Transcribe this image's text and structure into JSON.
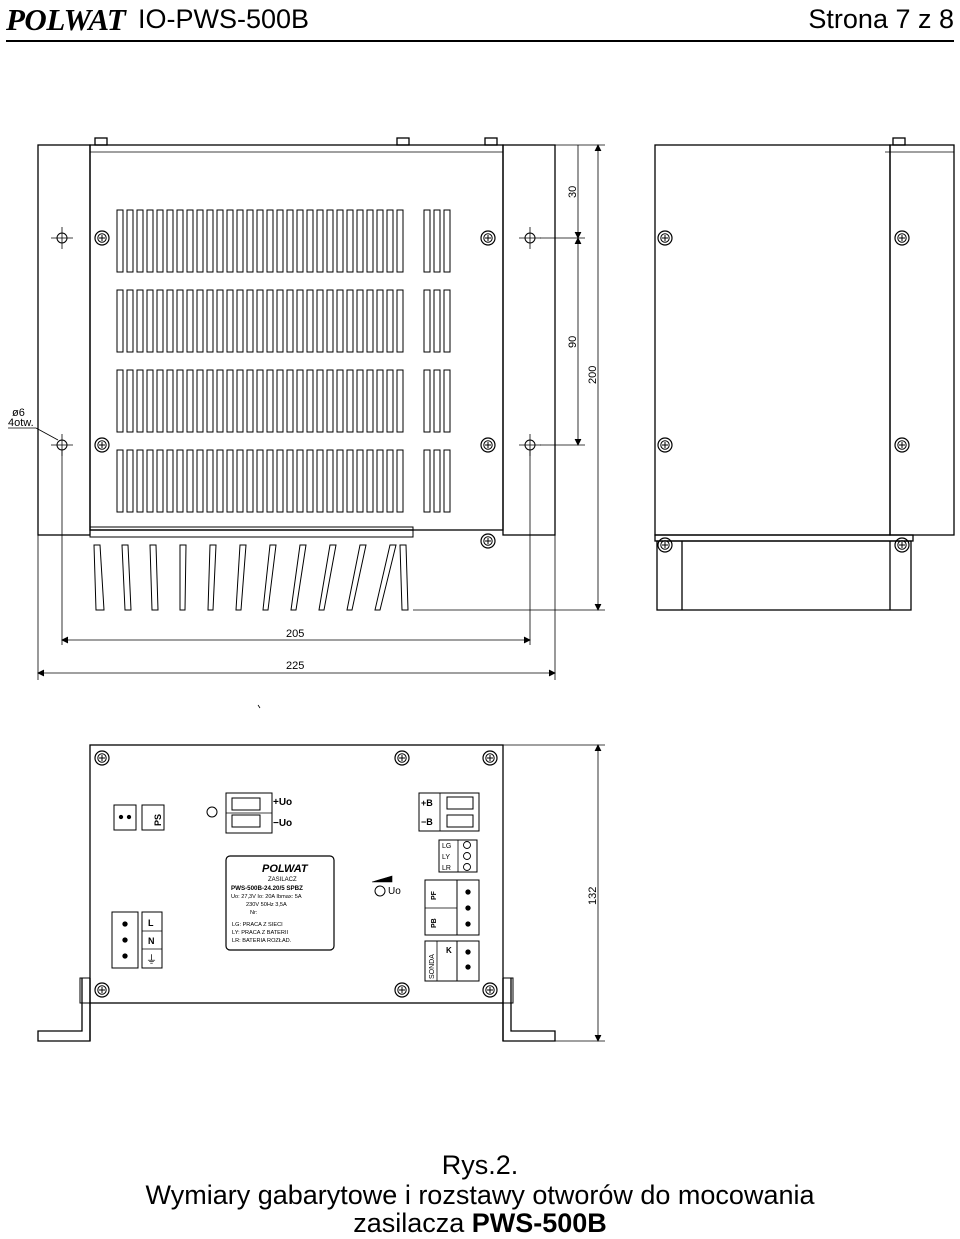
{
  "header": {
    "brand": "POLWAT",
    "model": "IO-PWS-500B",
    "page_info": "Strona 7 z 8"
  },
  "drawing": {
    "dims": {
      "d30": "30",
      "d90": "90",
      "d200": "200",
      "d205": "205",
      "d225": "225",
      "d132": "132",
      "hole_label_1": "ø6",
      "hole_label_2": "4otw."
    },
    "front_panel": {
      "ps_label": "PS",
      "plus_uo": "+Uo",
      "minus_uo": "−Uo",
      "plus_b": "+B",
      "minus_b": "−B",
      "lg": "LG",
      "ly": "LY",
      "lr": "LR",
      "uo_pot": "Uo",
      "pf": "PF",
      "pb": "PB",
      "sonda": "SONDA",
      "k": "K",
      "l": "L",
      "n": "N",
      "ground": "⏚"
    },
    "label_plate": {
      "brand": "POLWAT",
      "title": "ZASILACZ",
      "model": "PWS-500B-24.20/5 SPBZ",
      "line1": "Uo: 27,3V   Io: 20A   Ibmax: 5A",
      "line2": "230V   50Hz   3,5A",
      "line3": "Nr:",
      "line4": "LG: PRACA Z SIECI",
      "line5": "LY: PRACA Z BATERII",
      "line6": "LR: BATERIA ROZŁAD."
    }
  },
  "caption": {
    "line1": "Rys.2.",
    "line2": "Wymiary gabarytowe i rozstawy otworów do mocowania",
    "line3_prefix": "zasilacza ",
    "line3_model": "PWS-500B"
  }
}
